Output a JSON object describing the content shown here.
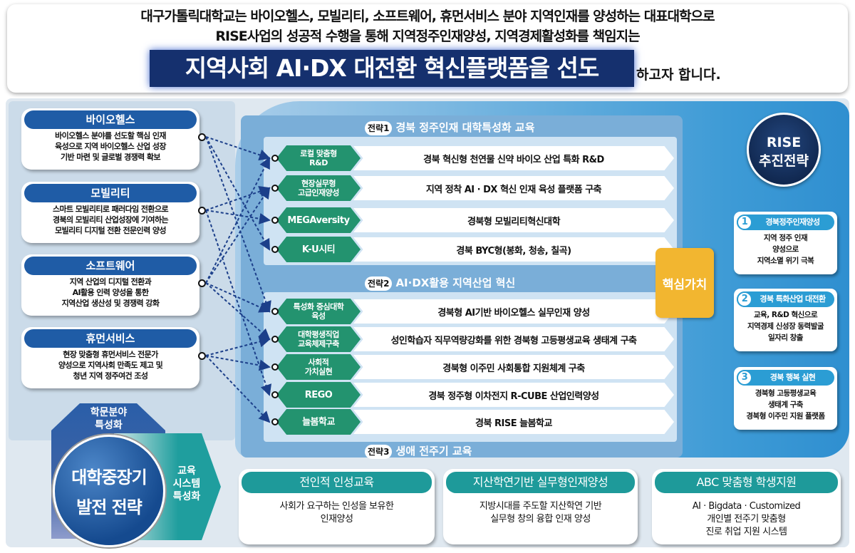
{
  "header": {
    "line1": "대구가톨릭대학교는 바이오헬스, 모빌리티, 소프트웨어, 휴먼서비스 분야 지역인재를 양성하는 대표대학으로",
    "line2": "RISE사업의 성공적 수행을 통해 지역정주인재양성, 지역경제활성화를 책임지는",
    "highlight": "지역사회 AI·DX 대전환 혁신플랫폼을 선도",
    "suffix": "하고자 합니다."
  },
  "fields": [
    {
      "title": "바이오헬스",
      "desc": [
        "바이오헬스 분야를 선도할 핵심 인재",
        "육성으로 지역 바이오헬스 산업 성장",
        "기반 마련 및 글로벌 경쟁력 확보"
      ]
    },
    {
      "title": "모빌리티",
      "desc": [
        "스마트 모빌리티로 패러다임 전환으로",
        "경북의 모빌리티 산업성장에 기여하는",
        "모빌리티 디지털 전환 전문인력 양성"
      ]
    },
    {
      "title": "소프트웨어",
      "desc": [
        "지역 산업의 디지털 전환과",
        "AI활용 인력 양성을 통한",
        "지역산업 생산성 및 경쟁력 강화"
      ]
    },
    {
      "title": "휴먼서비스",
      "desc": [
        "현장 맞춤형 휴먼서비스 전문가",
        "양성으로 지역사회 만족도 제고  및",
        "청년 지역 정주여건 조성"
      ]
    }
  ],
  "strategies": [
    {
      "badge": "전략1",
      "title": "경북 정주인재 대학특성화 교육"
    },
    {
      "badge": "전략2",
      "title": "AI·DX활용 지역산업 혁신"
    },
    {
      "badge": "전략3",
      "title": "생애 전주기 교육"
    }
  ],
  "programs": [
    {
      "tag": "로컬 맞춤형\nR&D",
      "text": "경북 혁신형 천연물 신약 바이오 산업 특화 R&D"
    },
    {
      "tag": "현장실무형\n고급인재양성",
      "text": "지역 정착 AI · DX 혁신 인재 육성 플랫폼 구축"
    },
    {
      "tag": "MEGAversity",
      "text": "경북형 모빌리티혁신대학"
    },
    {
      "tag": "K-U시티",
      "text": "경북 BYC형(봉화, 청송, 칠곡)"
    },
    {
      "tag": "특성화 중심대학\n육성",
      "text": "경북형 AI기반 바이오헬스 실무인재 양성"
    },
    {
      "tag": "대학평생직업\n교육체제구축",
      "text": "성인학습자 직무역량강화를 위한 경북형 고등평생교육 생태계 구축"
    },
    {
      "tag": "사회적\n가치실현",
      "text": "경북형 이주민 사회통합 지원체계 구축"
    },
    {
      "tag": "REGO",
      "text": "경북 정주형 이차전지 R-CUBE 산업인력양성"
    },
    {
      "tag": "늘봄학교",
      "text": "경북 RISE 늘봄학교"
    }
  ],
  "connections": [
    [
      0,
      0
    ],
    [
      0,
      3
    ],
    [
      0,
      4
    ],
    [
      1,
      1
    ],
    [
      1,
      2
    ],
    [
      1,
      7
    ],
    [
      2,
      0
    ],
    [
      2,
      1
    ],
    [
      2,
      4
    ],
    [
      2,
      5
    ],
    [
      3,
      5
    ],
    [
      3,
      6
    ],
    [
      3,
      8
    ]
  ],
  "core_value": "핵심가치",
  "rise": {
    "line1": "RISE",
    "line2": "추진전략"
  },
  "rise_goals": [
    {
      "num": "1",
      "title": "경북정주인재양성",
      "desc": [
        "지역  정주 인재",
        "양성으로",
        "지역소멸 위기 극복"
      ]
    },
    {
      "num": "2",
      "title": "경북 특화산업 대전환",
      "desc": [
        "교육, R&D 혁신으로",
        "지역경제 신성장 동력발굴",
        "일자리 창출"
      ]
    },
    {
      "num": "3",
      "title": "경북 행복 실현",
      "desc": [
        "경북형 고등평생교육",
        "생태계 구축",
        "경북형 이주민 지원 플랫폼"
      ]
    }
  ],
  "bottom_cards": [
    {
      "title": "전인적 인성교육",
      "desc": [
        "사회가 요구하는 인성을 보유한",
        "인재양성"
      ]
    },
    {
      "title": "지산학연기반 실무형인재양성",
      "desc": [
        "지방시대를 주도할 지산학연 기반",
        "실무형 창의 융합  인재 양성"
      ]
    },
    {
      "title": "ABC 맞춤형 학생지원",
      "desc": [
        "AI · Bigdata · Customized",
        "개인별 전주기 맞춤형",
        "진로 취업 지원 시스템"
      ]
    }
  ],
  "plan": {
    "academic": "학문분야\n특성화",
    "system": "교육\n시스템\n특성화",
    "center_line1": "대학중장기",
    "center_line2": "발전 전략"
  },
  "colors": {
    "navy": "#15306e",
    "blue": "#1f5ca6",
    "green": "#23936f",
    "teal": "#1e9a9a",
    "yellow": "#f2b630",
    "sky": "#2b9dd4"
  }
}
